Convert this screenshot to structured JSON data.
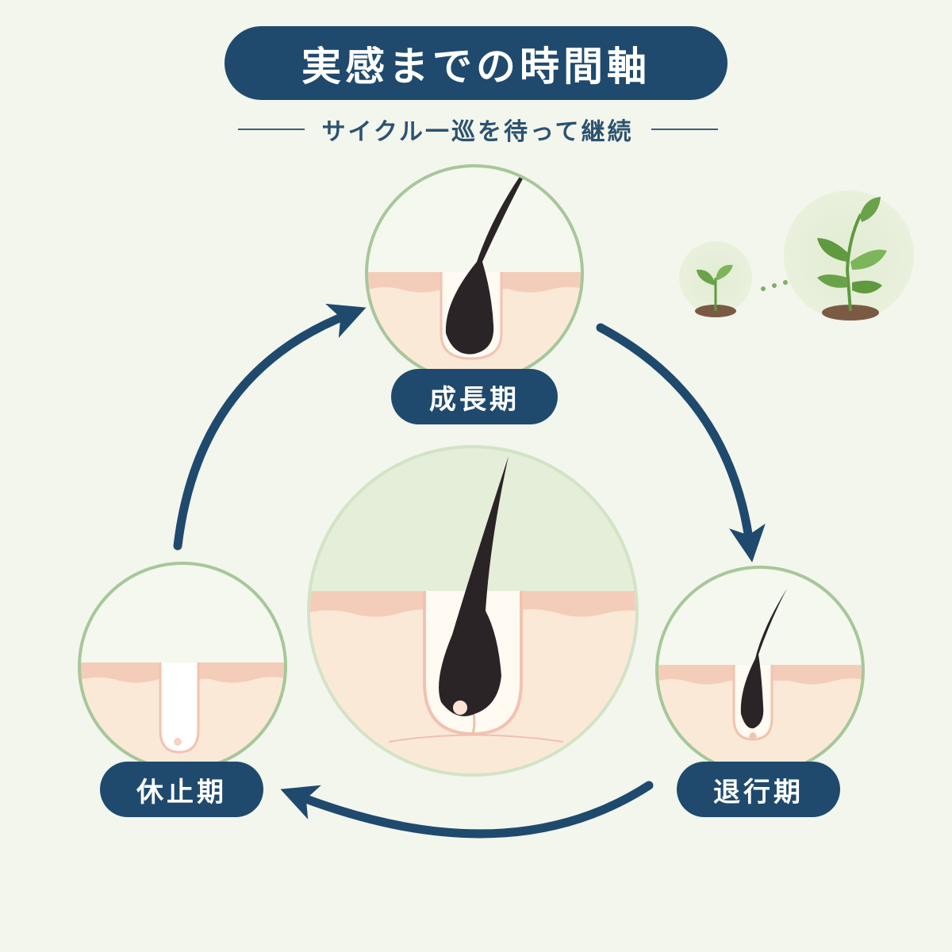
{
  "title": "実感までの時間軸",
  "subtitle": "サイクル一巡を待って継続",
  "stages": {
    "growth": {
      "label": "成長期"
    },
    "regression": {
      "label": "退行期"
    },
    "rest": {
      "label": "休止期"
    }
  },
  "colors": {
    "background": "#f3f6ec",
    "navy": "#1f4a6e",
    "circle_border": "#a7c79a",
    "skin_top": "#f2c9b6",
    "skin_body": "#fbe9d8",
    "hair": "#2b2426",
    "leaf": "#6aa24a"
  },
  "icons": [
    "cycle-arrow-icon",
    "seedling-icon",
    "grown-plant-icon"
  ]
}
